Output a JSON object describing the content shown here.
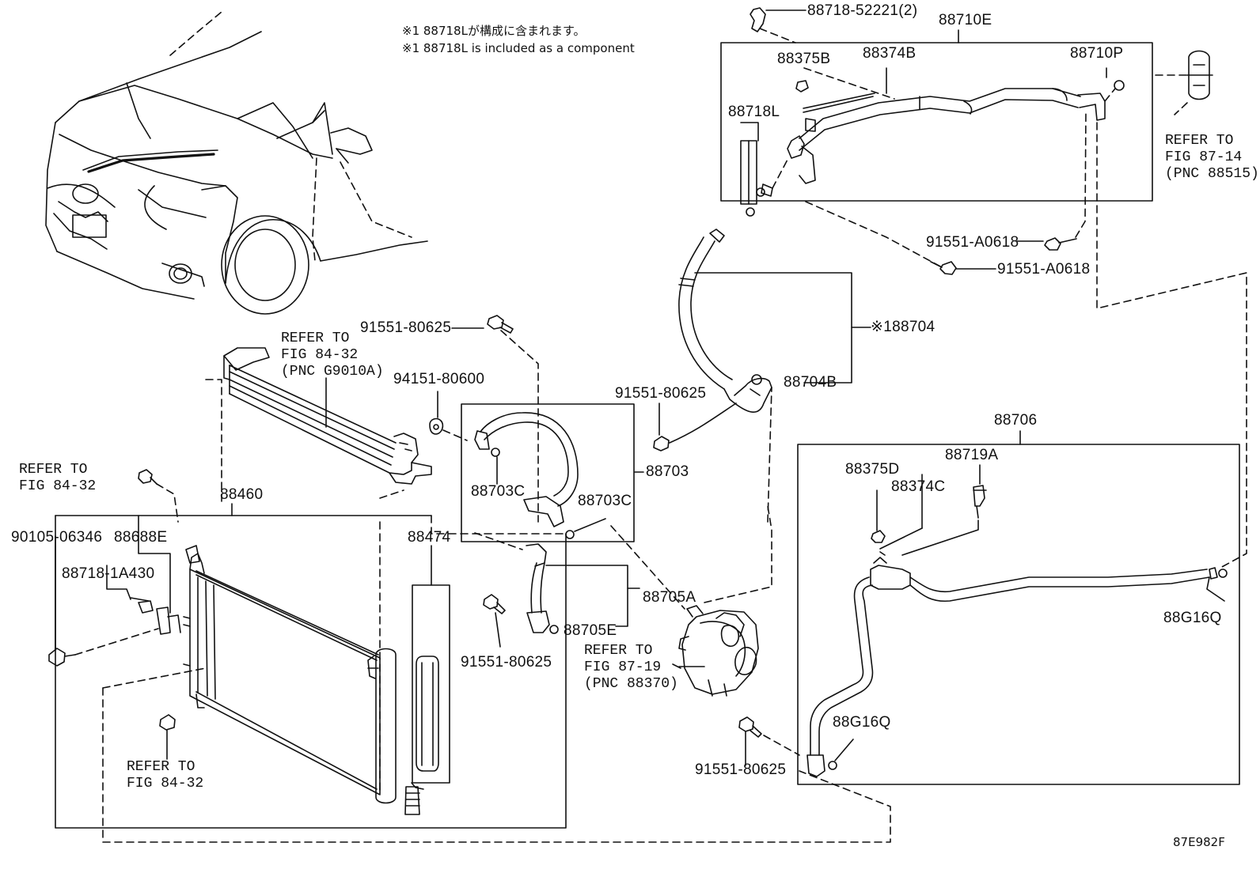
{
  "notes": {
    "jp": "※1 88718Lが構成に含まれます。",
    "en": "※1 88718L is included as a component"
  },
  "drawing_code": "87E982F",
  "parts": {
    "p88718_52221": "88718-52221(2)",
    "p88710E": "88710E",
    "p88375B": "88375B",
    "p88374B": "88374B",
    "p88710P": "88710P",
    "p88718L": "88718L",
    "p91551_A0618_a": "91551-A0618",
    "p91551_A0618_b": "91551-A0618",
    "p88704": "※188704",
    "p88704B": "88704B",
    "p91551_80625_a": "91551-80625",
    "p94151_80600": "94151-80600",
    "p91551_80625_b": "91551-80625",
    "p88703": "88703",
    "p88703C_a": "88703C",
    "p88703C_b": "88703C",
    "p88460": "88460",
    "p90105_06346": "90105-06346",
    "p88688E": "88688E",
    "p88718_1A430": "88718-1A430",
    "p88474": "88474",
    "p88705A": "88705A",
    "p88705E": "88705E",
    "p91551_80625_c": "91551-80625",
    "p91551_80625_d": "91551-80625",
    "p88706": "88706",
    "p88375D": "88375D",
    "p88719A": "88719A",
    "p88374C": "88374C",
    "p88G16Q_a": "88G16Q",
    "p88G16Q_b": "88G16Q"
  },
  "refs": {
    "fig_87_14": "REFER TO\nFIG 87-14\n(PNC 88515)",
    "fig_84_32_rad": "REFER TO\nFIG 84-32\n(PNC G9010A)",
    "fig_84_32_left": "REFER TO\nFIG 84-32",
    "fig_84_32_bottom": "REFER TO\nFIG 84-32",
    "fig_87_19": "REFER TO\nFIG 87-19\n(PNC 88370)"
  }
}
